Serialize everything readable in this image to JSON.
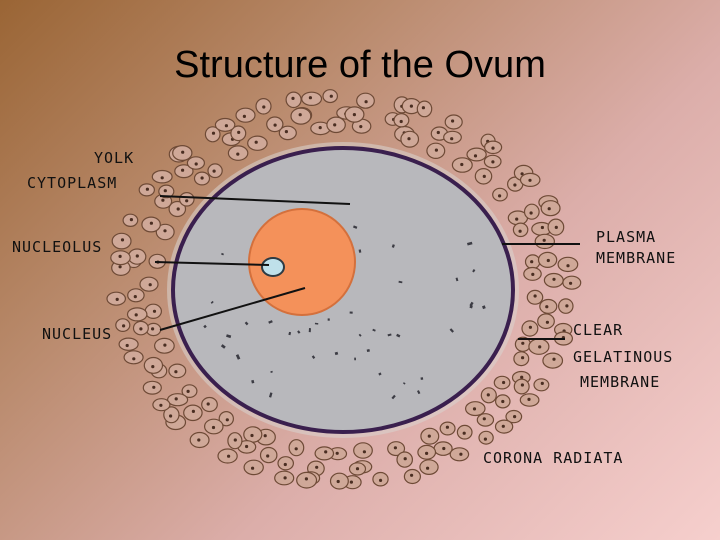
{
  "title": "Structure of the Ovum",
  "labels": {
    "yolk": "YOLK",
    "cytoplasm": "CYTOPLASM",
    "nucleolus": "NUCLEOLUS",
    "nucleus": "NUCLEUS",
    "plasma_1": "PLASMA",
    "plasma_2": "MEMBRANE",
    "clear_1": "CLEAR",
    "clear_2": "GELATINOUS",
    "clear_3": "MEMBRANE",
    "corona": "CORONA RADIATA"
  },
  "colors": {
    "cytoplasm": "#b8b8bc",
    "nucleus": "#f4915a",
    "nucleolus": "#bfe0ea",
    "membrane": "#3a1f4e",
    "corona_cell": "#cfa898"
  }
}
